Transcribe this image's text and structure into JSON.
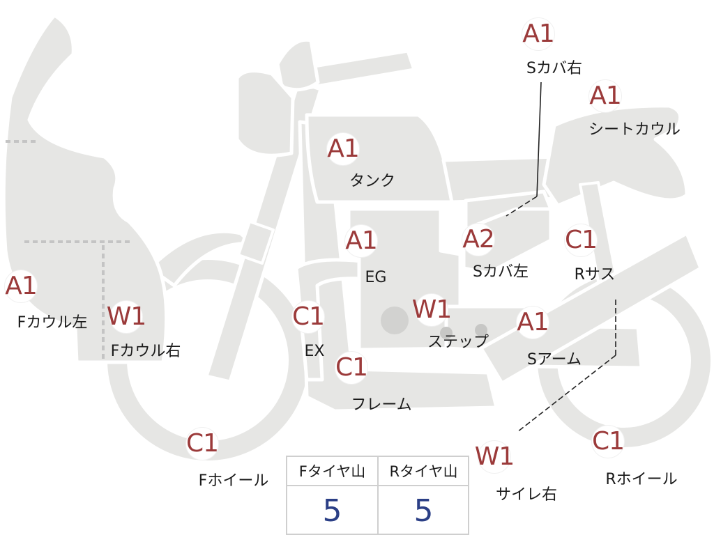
{
  "parts": [
    {
      "id": "s-cover-right",
      "grade": "A1",
      "label": "Sカバ右"
    },
    {
      "id": "seat-cowl",
      "grade": "A1",
      "label": "シートカウル"
    },
    {
      "id": "tank",
      "grade": "A1",
      "label": "タンク"
    },
    {
      "id": "engine",
      "grade": "A1",
      "label": "EG"
    },
    {
      "id": "s-cover-left",
      "grade": "A2",
      "label": "Sカバ左"
    },
    {
      "id": "rear-suspension",
      "grade": "C1",
      "label": "Rサス"
    },
    {
      "id": "f-cowl-left",
      "grade": "A1",
      "label": "Fカウル左"
    },
    {
      "id": "f-cowl-right",
      "grade": "W1",
      "label": "Fカウル右"
    },
    {
      "id": "exhaust",
      "grade": "C1",
      "label": "EX"
    },
    {
      "id": "step",
      "grade": "W1",
      "label": "ステップ"
    },
    {
      "id": "swing-arm",
      "grade": "A1",
      "label": "Sアーム"
    },
    {
      "id": "frame",
      "grade": "C1",
      "label": "フレーム"
    },
    {
      "id": "front-wheel",
      "grade": "C1",
      "label": "Fホイール"
    },
    {
      "id": "silencer-right",
      "grade": "W1",
      "label": "サイレ右"
    },
    {
      "id": "rear-wheel",
      "grade": "C1",
      "label": "Rホイール"
    }
  ],
  "tire_table": {
    "front_header": "Fタイヤ山",
    "rear_header": "Rタイヤ山",
    "front_value": "5",
    "rear_value": "5"
  },
  "colors": {
    "grade_text": "#9b3a3a",
    "part_fill": "#e6e6e4",
    "tire_value_text": "#2b3f86"
  }
}
